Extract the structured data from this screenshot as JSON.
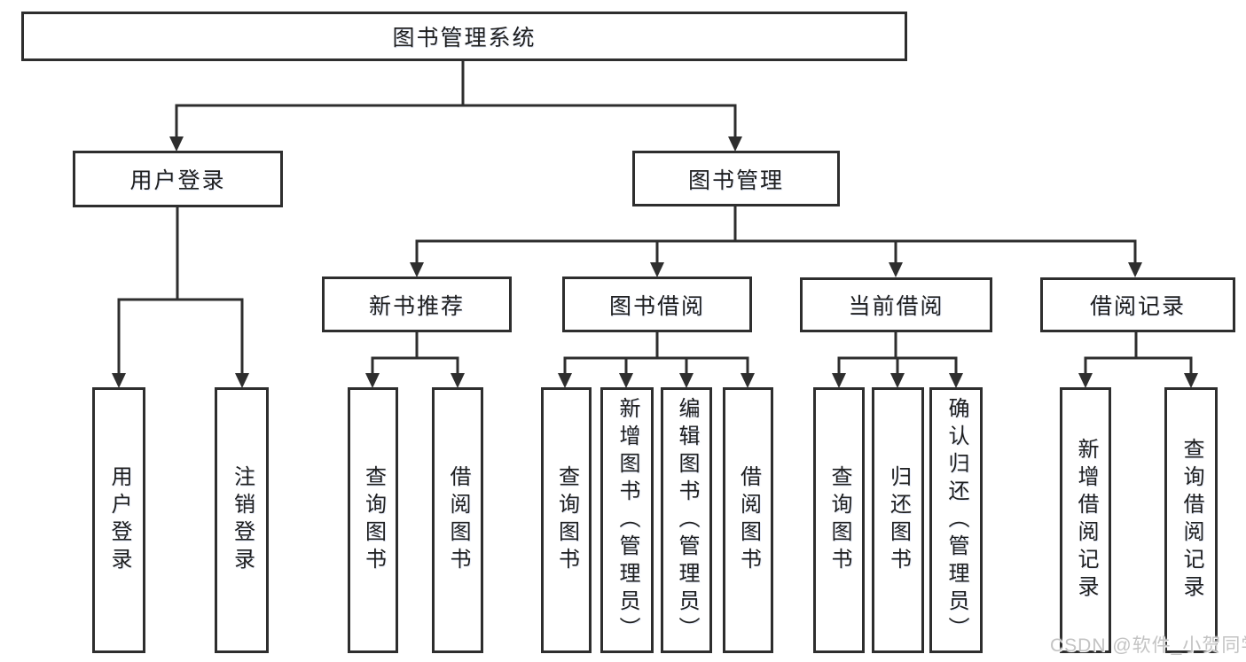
{
  "diagram_title": "图书管理系统",
  "tree": {
    "label": "图书管理系统",
    "children": [
      {
        "label": "用户登录",
        "children": [
          {
            "label": "用户登录"
          },
          {
            "label": "注销登录"
          }
        ]
      },
      {
        "label": "图书管理",
        "children": [
          {
            "label": "新书推荐",
            "children": [
              {
                "label": "查询图书"
              },
              {
                "label": "借阅图书"
              }
            ]
          },
          {
            "label": "图书借阅",
            "children": [
              {
                "label": "查询图书"
              },
              {
                "label": "新增图书（管理员）"
              },
              {
                "label": "编辑图书（管理员）"
              },
              {
                "label": "借阅图书"
              }
            ]
          },
          {
            "label": "当前借阅",
            "children": [
              {
                "label": "查询图书"
              },
              {
                "label": "归还图书"
              },
              {
                "label": "确认归还（管理员）"
              }
            ]
          },
          {
            "label": "借阅记录",
            "children": [
              {
                "label": "新增借阅记录"
              },
              {
                "label": "查询借阅记录"
              }
            ]
          }
        ]
      }
    ]
  },
  "watermark": {
    "text": "CSDN @软件_小贺同学"
  },
  "colors": {
    "line": "#2e2e2e",
    "text": "#1f1f1f",
    "background": "#ffffff",
    "watermark": "#c3c3c3"
  }
}
